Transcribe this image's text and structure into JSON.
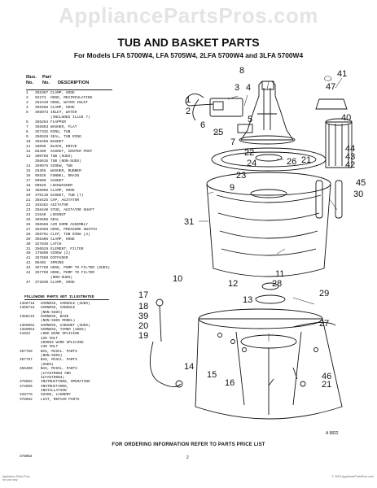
{
  "watermark": "AppliancePartsPros.com",
  "title": "TUB AND BASKET PARTS",
  "subtitle": "For Models LFA 5700W4, LFA 5705W4, 2LFA 5700W4 and 3LFA 5700W4",
  "columns": {
    "illus_a": "Illus.",
    "illus_b": "No.",
    "part_a": "Part",
    "part_b": "No.",
    "desc": "DESCRIPTION"
  },
  "parts": [
    {
      "no": "1",
      "part": "355367",
      "desc": "CLAMP, HOSE"
    },
    {
      "no": "2",
      "part": "92273",
      "desc": "HOSE, RECIRCULATING"
    },
    {
      "no": "3",
      "part": "352449",
      "desc": "HOSE, WATER INLET"
    },
    {
      "no": "4",
      "part": "355566",
      "desc": "CLAMP, HOSE"
    },
    {
      "no": "5",
      "part": "366073",
      "desc": "INLET, WATER"
    },
    {
      "no": "",
      "part": "",
      "desc": "(INCLUDES ILLUS 7)"
    },
    {
      "no": "6",
      "part": "355264",
      "desc": "FLAPPER"
    },
    {
      "no": "7",
      "part": "355893",
      "desc": "WASHER, FLAT"
    },
    {
      "no": "8",
      "part": "357332",
      "desc": "RING, TUB"
    },
    {
      "no": "9",
      "part": "356528",
      "desc": "SEAL, TUB RING"
    },
    {
      "no": "10",
      "part": "358496",
      "desc": "BASKET"
    },
    {
      "no": "11",
      "part": "28096",
      "desc": "BLOCK, DRIVE"
    },
    {
      "no": "12",
      "part": "66469",
      "desc": "GASKET, CENTER POST"
    },
    {
      "no": "13",
      "part": "360768",
      "desc": "TUB (SUDS)"
    },
    {
      "no": "",
      "part": "356616",
      "desc": "TUB (NON-SUDS)"
    },
    {
      "no": "14",
      "part": "359975",
      "desc": "SCREW, TUB"
    },
    {
      "no": "15",
      "part": "25365",
      "desc": "WASHER, RUBBER"
    },
    {
      "no": "16",
      "part": "95525",
      "desc": "FUNNEL, DRAIN"
    },
    {
      "no": "17",
      "part": "90909",
      "desc": "GASKET"
    },
    {
      "no": "18",
      "part": "90926",
      "desc": "LOCKWASHER"
    },
    {
      "no": "19",
      "part": "358096",
      "desc": "CLAMP, HOSE"
    },
    {
      "no": "20",
      "part": "370110",
      "desc": "GASKET, TUB (7)"
    },
    {
      "no": "21",
      "part": "358425",
      "desc": "CAP, AGITATOR"
    },
    {
      "no": "22",
      "part": "345462",
      "desc": "AGITATOR"
    },
    {
      "no": "23",
      "part": "358440",
      "desc": "STUD, AGITATOR SHAFT"
    },
    {
      "no": "24",
      "part": "21546",
      "desc": "LOCKNUT"
    },
    {
      "no": "25",
      "part": "365508",
      "desc": "SEAL"
    },
    {
      "no": "26",
      "part": "356568",
      "desc": "AIR DOME ASSEMBLY"
    },
    {
      "no": "27",
      "part": "363958",
      "desc": "HOSE, PRESSURE SWITCH"
    },
    {
      "no": "28",
      "part": "356791",
      "desc": "CLIP, TUB RING (4)"
    },
    {
      "no": "29",
      "part": "356306",
      "desc": "CLAMP, HOSE"
    },
    {
      "no": "30",
      "part": "327846",
      "desc": "LATCH"
    },
    {
      "no": "31",
      "part": "356529",
      "desc": "ELEMENT, FILTER"
    },
    {
      "no": "40",
      "part": "175850",
      "desc": "SCREW (2)"
    },
    {
      "no": "41",
      "part": "357650",
      "desc": "DIFFUSER"
    },
    {
      "no": "42",
      "part": "96402",
      "desc": "SPRING"
    },
    {
      "no": "43",
      "part": "357769",
      "desc": "HOSE, PUMP TO FILTER (SUDS)"
    },
    {
      "no": "44",
      "part": "357799",
      "desc": "HOSE, PUMP TO FILTER"
    },
    {
      "no": "",
      "part": "",
      "desc": "(NON-SUDS)"
    },
    {
      "no": "47",
      "part": "372830",
      "desc": "CLAMP, HOSE"
    }
  ],
  "not_illustrated": {
    "heading": "FOLLOWING PARTS NOT ILLUSTRATED",
    "items": [
      {
        "part": "1369718",
        "desc": "HARNESS, CONSOLE (SUDS)"
      },
      {
        "part": "1369716",
        "desc": "HARNESS, CONSOLE"
      },
      {
        "part": "",
        "desc": "(NON-SUDS)"
      },
      {
        "part": "1358115",
        "desc": "HARNESS, BASE"
      },
      {
        "part": "",
        "desc": "(NON-SUDS MODEL)"
      },
      {
        "part": "1359662",
        "desc": "HARNESS, CABINET (SUDS)"
      },
      {
        "part": "1359064",
        "desc": "HARNESS, TIMER (SUDS)"
      },
      {
        "part": "",
        "desc": ""
      },
      {
        "part": "11822",
        "desc": "LONG WIRE SPLICING"
      },
      {
        "part": "",
        "desc": "120 VOLT"
      },
      {
        "part": "",
        "desc": "299603 WIRE SPLICING"
      },
      {
        "part": "",
        "desc": "240 VOLT"
      },
      {
        "part": "",
        "desc": ""
      },
      {
        "part": "357756",
        "desc": "BAG, MISCL. PARTS"
      },
      {
        "part": "",
        "desc": "(NON-SUDS)"
      },
      {
        "part": "357757",
        "desc": "BAG, MISCL. PARTS"
      },
      {
        "part": "",
        "desc": "(SUDS)"
      },
      {
        "part": "356400",
        "desc": "BAG, MISCL. PARTS"
      },
      {
        "part": "",
        "desc": "(LFA5700W4 AND"
      },
      {
        "part": "",
        "desc": "2LFA5700W4)"
      },
      {
        "part": "376052",
        "desc": "INSTRUCTIONS, OPERATING"
      },
      {
        "part": "372855",
        "desc": "INSTRUCTIONS,"
      },
      {
        "part": "",
        "desc": "INSTALLATION"
      },
      {
        "part": "328778",
        "desc": "GUIDE, LAUNDRY"
      },
      {
        "part": "376852",
        "desc": "LIST, REPAIR PARTS"
      }
    ]
  },
  "callouts": [
    "3",
    "4",
    "8",
    "1",
    "2",
    "25",
    "41",
    "47",
    "40",
    "5",
    "6",
    "44",
    "43",
    "42",
    "7",
    "22",
    "24",
    "23",
    "21",
    "26",
    "9",
    "45",
    "30",
    "31",
    "10",
    "11",
    "28",
    "12",
    "13",
    "29",
    "17",
    "18",
    "39",
    "20",
    "19",
    "27",
    "14",
    "15",
    "16",
    "46",
    "21"
  ],
  "ref_code": "A 9822",
  "footer": "FOR ORDERING INFORMATION REFER TO PARTS PRICE LIST",
  "page_number": "2",
  "doc_number": "376852",
  "copyright_left_1": "Appliance Parts Pros",
  "copyright_left_2": "for use only",
  "copyright_right": "© 2023 AppliancePartsPros.com"
}
